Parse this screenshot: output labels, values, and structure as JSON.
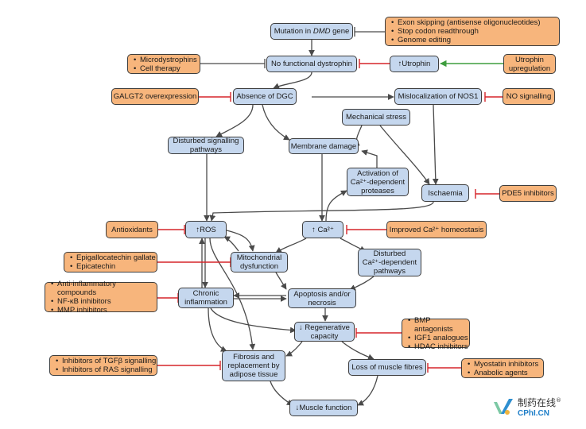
{
  "nodes": {
    "mutation": [
      "Mutation in ",
      "DMD",
      " gene"
    ],
    "no_dystrophin": "No functional dystrophin",
    "utrophin": "↑Utrophin",
    "absence_dgc": "Absence of DGC",
    "mislocalization": "Mislocalization of NOS1",
    "mechanical_stress": "Mechanical stress",
    "disturbed_signalling": [
      "Disturbed signalling",
      "pathways"
    ],
    "membrane_damage": "Membrane damage",
    "activation_ca": [
      "Activation of",
      "Ca²⁺-dependent",
      "proteases"
    ],
    "ischaemia": "Ischaemia",
    "ros": "↑ROS",
    "ca": "↑ Ca²⁺",
    "mito": [
      "Mitochondrial",
      "dysfunction"
    ],
    "disturbed_ca": [
      "Disturbed",
      "Ca²⁺-dependent",
      "pathways"
    ],
    "chronic": [
      "Chronic",
      "inflammation"
    ],
    "apoptosis": [
      "Apoptosis and/or",
      "necrosis"
    ],
    "regenerative": [
      "↓ Regenerative",
      "capacity"
    ],
    "fibrosis": [
      "Fibrosis and",
      "replacement by",
      "adipose tissue"
    ],
    "loss_fibres": "Loss of muscle fibres",
    "muscle_function": "↓Muscle function"
  },
  "therapies": {
    "exon": [
      "Exon skipping (antisense oligonucleotides)",
      "Stop codon readthrough",
      "Genome editing"
    ],
    "micro": [
      "Microdystrophins",
      "Cell therapy"
    ],
    "utrophin_up": [
      "Utrophin",
      "upregulation"
    ],
    "galgt2": "GALGT2 overexpression",
    "no_signalling": "NO signalling",
    "pde5": "PDE5 inhibitors",
    "antioxidants": "Antioxidants",
    "improved_ca": "Improved Ca²⁺ homeostasis",
    "epigallo": [
      "Epigallocatechin gallate",
      "Epicatechin"
    ],
    "anti_inflam": [
      "Anti-inflammatory compounds",
      "NF-κB inhibitors",
      "MMP inhibitors"
    ],
    "bmp": [
      "BMP antagonists",
      "IGF1 analogues",
      "HDAC inhibitors"
    ],
    "tgfb": [
      "Inhibitors of TGFβ signalling",
      "Inhibitors of RAS signalling"
    ],
    "myostatin": [
      "Myostatin inhibitors",
      "Anabolic agents"
    ]
  },
  "watermark": {
    "cn": "制药在线",
    "en": "CPhI.CN",
    "reg": "®"
  },
  "colors": {
    "node_fill": "#c5d7ee",
    "therapy_fill": "#f7b57c",
    "arrow": "#4a4a4a",
    "inhibit": "#d6252a",
    "upregulation": "#3e9d3e"
  }
}
